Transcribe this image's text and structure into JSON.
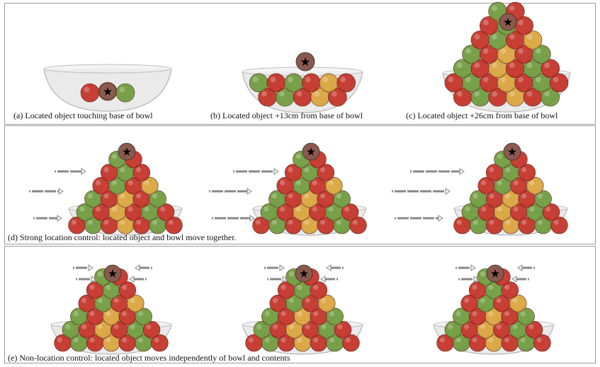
{
  "captions": {
    "a": "(a) Located object touching base of bowl",
    "b": "(b) Located object +13cm from base of bowl",
    "c": "(c) Located object +26cm from base of bowl",
    "d": "(d) Strong location control: located object and bowl move together.",
    "e": "(e) Non-location control: located object moves independently of bowl and contents"
  },
  "located_object_marker": "★",
  "colors": {
    "ball_red": "#c22f24",
    "ball_green": "#6d9a3a",
    "ball_yellow": "#d9a33a",
    "bowl": "#d8d8d8",
    "frame": "#9a9a9a",
    "arrow": "#888888"
  }
}
